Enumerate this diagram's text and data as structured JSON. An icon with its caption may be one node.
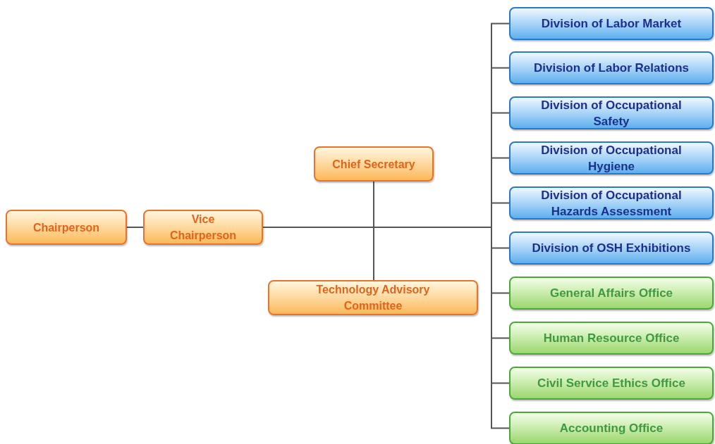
{
  "diagram": {
    "nodes": [
      {
        "text": [
          "Chairperson"
        ]
      },
      {
        "text": [
          "Vice Chairperson"
        ]
      },
      {
        "text": [
          "Chief Secretary"
        ]
      },
      {
        "text": [
          "Technology Advisory Committee"
        ]
      },
      {
        "text": [
          "Division of Labor Market"
        ]
      },
      {
        "text": [
          "Division of Labor Relations"
        ]
      },
      {
        "text": [
          "Division of Occupational Safety"
        ]
      },
      {
        "text": [
          "Division of Occupational Hygiene"
        ]
      },
      {
        "text": [
          "Division of Occupational Hazards Assessment"
        ]
      },
      {
        "text": [
          "Division of OSH Exhibitions"
        ]
      },
      {
        "text": [
          "General Affairs Office"
        ]
      },
      {
        "text": [
          "Human Resource Office"
        ]
      },
      {
        "text": [
          "Civil Service Ethics Office"
        ]
      },
      {
        "text": [
          "Accounting Office"
        ]
      }
    ],
    "edges": [
      {
        "from": 0,
        "to": 1,
        "arrow": "none"
      },
      {
        "from": 1,
        "to": 2,
        "arrow": "none"
      },
      {
        "from": 1,
        "to": 3,
        "arrow": "none"
      },
      {
        "from": 1,
        "to": 4,
        "arrow": "none"
      },
      {
        "from": 1,
        "to": 5,
        "arrow": "none"
      },
      {
        "from": 1,
        "to": 6,
        "arrow": "none"
      },
      {
        "from": 1,
        "to": 7,
        "arrow": "none"
      },
      {
        "from": 1,
        "to": 8,
        "arrow": "none"
      },
      {
        "from": 1,
        "to": 9,
        "arrow": "none"
      },
      {
        "from": 1,
        "to": 10,
        "arrow": "none"
      },
      {
        "from": 1,
        "to": 11,
        "arrow": "none"
      },
      {
        "from": 1,
        "to": 12,
        "arrow": "none"
      },
      {
        "from": 1,
        "to": 13,
        "arrow": "none"
      }
    ]
  }
}
